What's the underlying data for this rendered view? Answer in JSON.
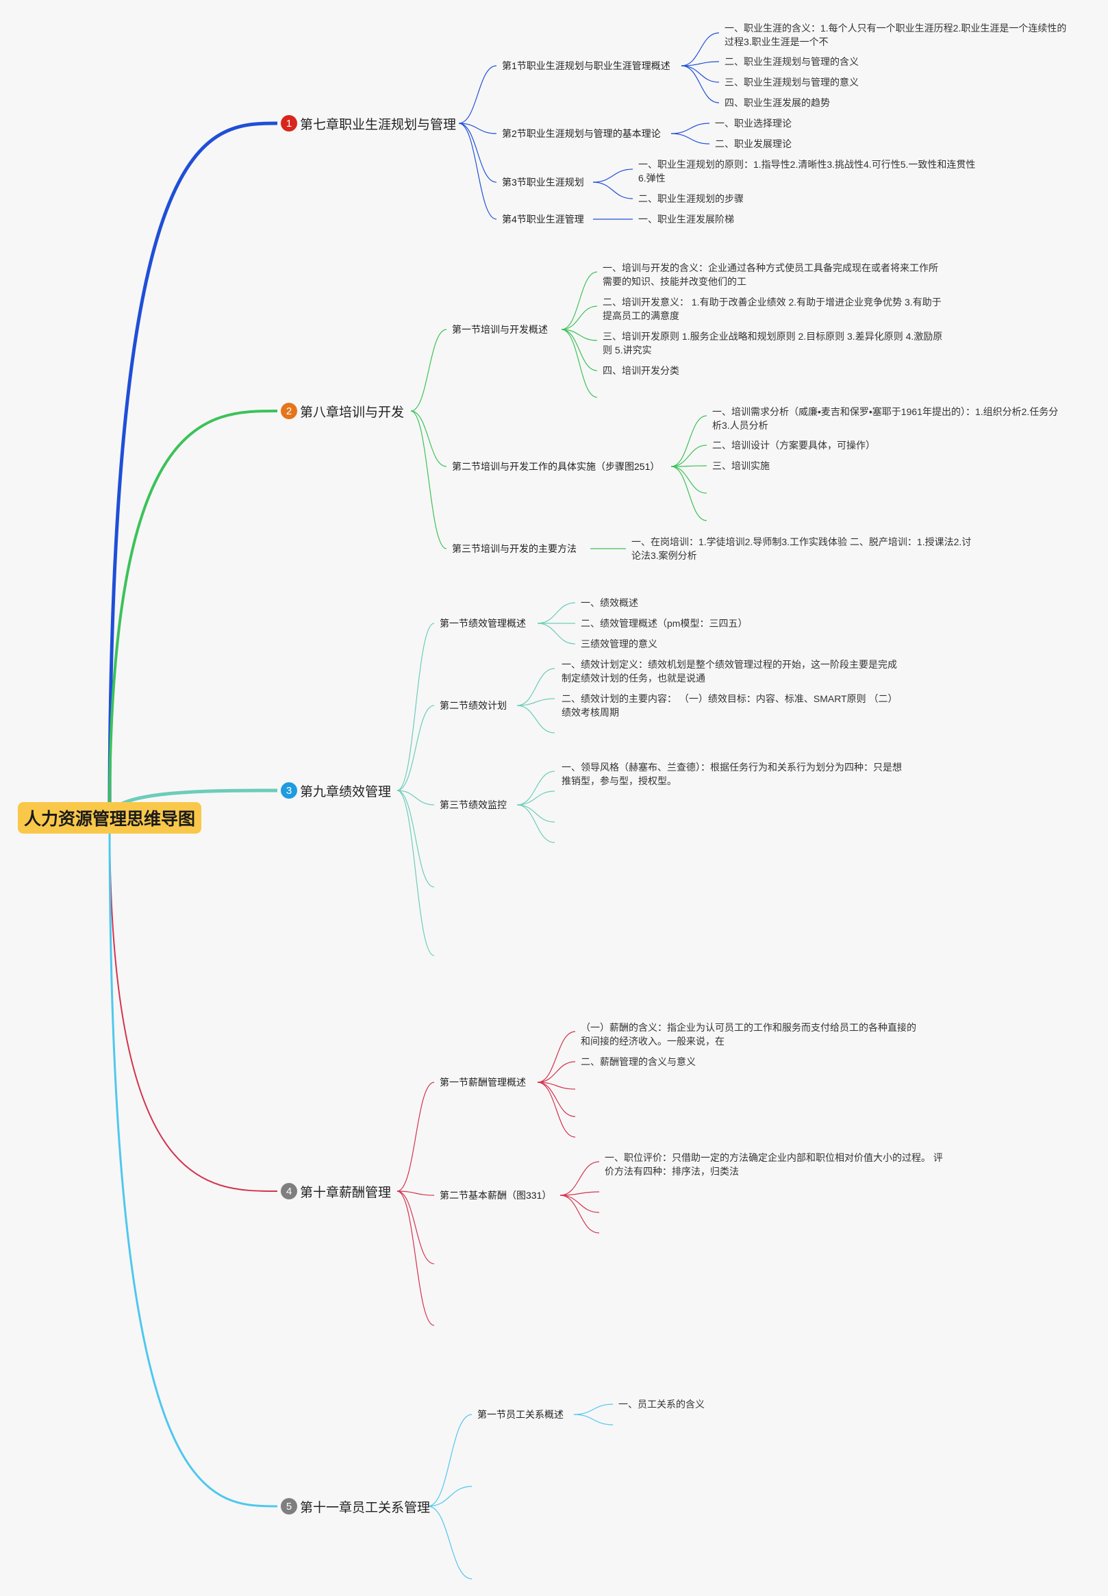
{
  "title": "人力资源管理思维导图",
  "colors": {
    "ch1": "#1f4fd8",
    "ch2": "#3cc259",
    "ch3": "#6ccdb8",
    "ch4": "#d4324e",
    "ch5": "#4ec7ef",
    "b1": "#d9261c",
    "b2": "#e5751c",
    "b3": "#1f9be0",
    "b4": "#7f7f7f",
    "b5": "#7f7f7f"
  },
  "chapters": [
    {
      "num": "1",
      "label": "第七章职业生涯规划与管理",
      "sections": [
        {
          "label": "第1节职业生涯规划与职业生涯管理概述",
          "items": [
            "一、职业生涯的含义：1.每个人只有一个职业生涯历程2.职业生涯是一个连续性的过程3.职业生涯是一个不",
            "二、职业生涯规划与管理的含义",
            "三、职业生涯规划与管理的意义",
            "四、职业生涯发展的趋势"
          ]
        },
        {
          "label": "第2节职业生涯规划与管理的基本理论",
          "items": [
            "一、职业选择理论",
            "二、职业发展理论"
          ]
        },
        {
          "label": "第3节职业生涯规划",
          "items": [
            "一、职业生涯规划的原则：1.指导性2.清晰性3.挑战性4.可行性5.一致性和连贯性6.弹性",
            "二、职业生涯规划的步骤"
          ]
        },
        {
          "label": "第4节职业生涯管理",
          "items": [
            "一、职业生涯发展阶梯"
          ]
        }
      ]
    },
    {
      "num": "2",
      "label": "第八章培训与开发",
      "sections": [
        {
          "label": "第一节培训与开发概述",
          "items": [
            "一、培训与开发的含义：企业通过各种方式使员工具备完成现在或者将来工作所需要的知识、技能并改变他们的工",
            "二、培训开发意义： 1.有助于改善企业绩效 2.有助于增进企业竞争优势 3.有助于提高员工的满意度",
            "三、培训开发原则 1.服务企业战略和规划原则 2.目标原则 3.差异化原则 4.激励原则 5.讲究实",
            "四、培训开发分类"
          ]
        },
        {
          "label": "第二节培训与开发工作的具体实施（步骤图251）",
          "items": [
            "一、培训需求分析（威廉•麦吉和保罗•塞耶于1961年提出的）：1.组织分析2.任务分析3.人员分析",
            "二、培训设计（方案要具体，可操作）",
            "三、培训实施"
          ]
        },
        {
          "label": "第三节培训与开发的主要方法",
          "items": [
            "一、在岗培训：1.学徒培训2.导师制3.工作实践体验 二、脱产培训：1.授课法2.讨论法3.案例分析"
          ]
        }
      ]
    },
    {
      "num": "3",
      "label": "第九章绩效管理",
      "sections": [
        {
          "label": "第一节绩效管理概述",
          "items": [
            "一、绩效概述",
            "二、绩效管理概述（pm模型：三四五）",
            "三绩效管理的意义"
          ]
        },
        {
          "label": "第二节绩效计划",
          "items": [
            "一、绩效计划定义：绩效机划是整个绩效管理过程的开始，这一阶段主要是完成制定绩效计划的任务，也就是说通",
            "二、绩效计划的主要内容： （一）绩效目标：内容、标准、SMART原则 （二）绩效考核周期"
          ]
        },
        {
          "label": "第三节绩效监控",
          "items": [
            "一、领导风格（赫塞布、兰查德）：根据任务行为和关系行为划分为四种：只是想推销型，参与型，授权型。"
          ]
        }
      ]
    },
    {
      "num": "4",
      "label": "第十章薪酬管理",
      "sections": [
        {
          "label": "第一节薪酬管理概述",
          "items": [
            "（一）薪酬的含义：指企业为认可员工的工作和服务而支付给员工的各种直接的和间接的经济收入。一般来说，在",
            "二、薪酬管理的含义与意义"
          ]
        },
        {
          "label": "第二节基本薪酬（图331）",
          "items": [
            "一、职位评价：只借助一定的方法确定企业内部和职位相对价值大小的过程。 评价方法有四种：排序法，归类法"
          ]
        }
      ]
    },
    {
      "num": "5",
      "label": "第十一章员工关系管理",
      "sections": [
        {
          "label": "第一节员工关系概述",
          "items": [
            "一、员工关系的含义"
          ]
        }
      ]
    }
  ]
}
